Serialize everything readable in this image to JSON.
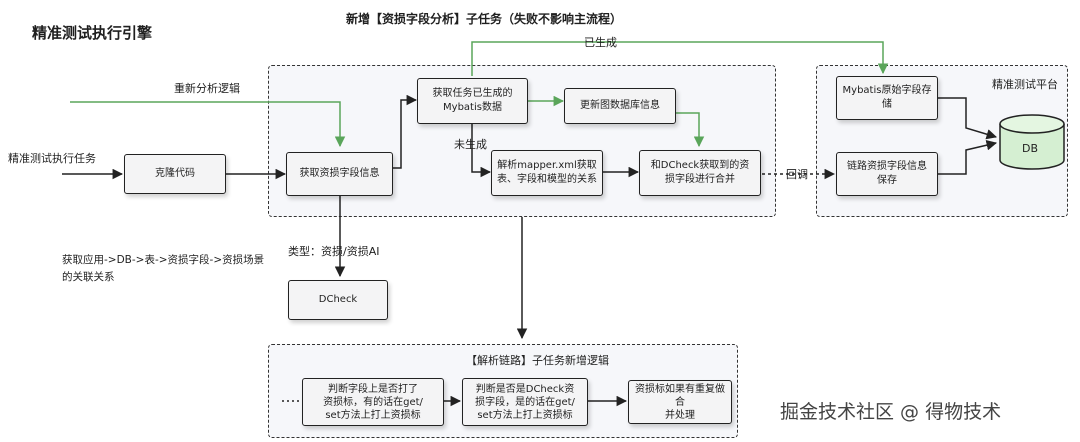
{
  "title": "精准测试执行引擎",
  "subtask_title": "新增【资损字段分析】子任务（失败不影响主流程）",
  "labels": {
    "generated": "已生成",
    "reanalyze": "重新分析逻辑",
    "input_task": "精准测试执行任务",
    "not_generated": "未生成",
    "callback": "回调",
    "type_label": "类型：资损/资损AI",
    "relation_note": "获取应用->DB->表->资损字段->资损场景\n的关联关系"
  },
  "boxes": {
    "clone_code": "克隆代码",
    "get_fields": "获取资损字段信息",
    "get_mybatis": "获取任务已生成的\nMybatis数据",
    "update_graph": "更新图数据库信息",
    "parse_mapper": "解析mapper.xml获取\n表、字段和模型的关系",
    "merge_dcheck": "和DCheck获取到的资\n损字段进行合并",
    "dcheck": "DCheck",
    "mybatis_raw": "Mybatis原始字段存\n储",
    "link_fields": "链路资损字段信息\n保存",
    "db": "DB"
  },
  "platform_title": "精准测试平台",
  "chain_section": {
    "title": "【解析链路】子任务新增逻辑",
    "steps": [
      "判断字段上是否打了\n资损标，有的话在get/\nset方法上打上资损标",
      "判断是否是DCheck资\n损字段，是的话在get/\nset方法上打上资损标",
      "资损标如果有重复做合\n并处理"
    ]
  },
  "watermark": "掘金技术社区 @ 得物技术",
  "colors": {
    "green": "#5aa55a",
    "db_fill": "#d5efd2",
    "region_fill": "#f6f7fa"
  }
}
